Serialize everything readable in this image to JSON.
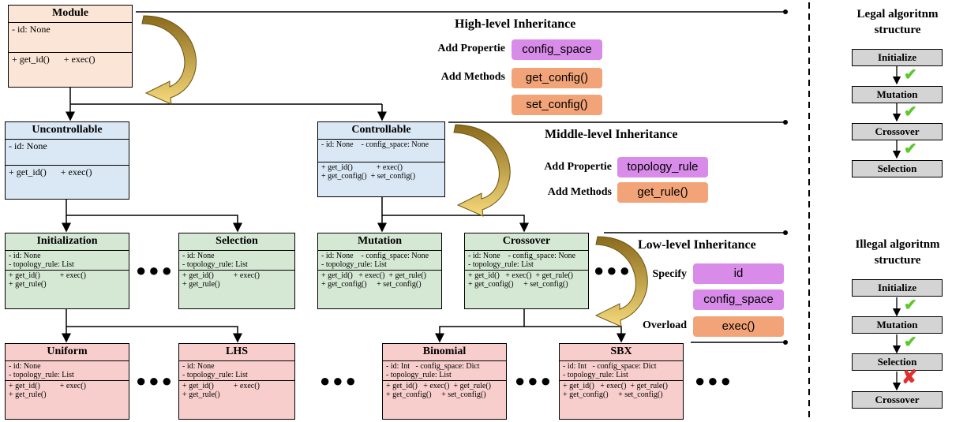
{
  "classes": {
    "module": {
      "title": "Module",
      "attrs": [
        "- id: None"
      ],
      "methods": [
        "+ get_id()      + exec()"
      ]
    },
    "uncontrollable": {
      "title": "Uncontrollable",
      "attrs": [
        "- id: None"
      ],
      "methods": [
        "+ get_id()      + exec()"
      ]
    },
    "controllable": {
      "title": "Controllable",
      "attrs": [
        "- id: None    - config_space: None"
      ],
      "methods": [
        "+ get_id()            + exec()",
        "+ get_config()  + set_config()"
      ]
    },
    "initialization": {
      "title": "Initialization",
      "attrs": [
        "- id: None",
        "- topology_rule: List"
      ],
      "methods": [
        "+ get_id()          + exec()",
        "+ get_rule()"
      ]
    },
    "selection": {
      "title": "Selection",
      "attrs": [
        "- id: None",
        "- topology_rule: List"
      ],
      "methods": [
        "+ get_id()          + exec()",
        "+ get_rule()"
      ]
    },
    "mutation": {
      "title": "Mutation",
      "attrs": [
        "- id: None    - config_space: None",
        "- topology_rule: List"
      ],
      "methods": [
        "+ get_id()   + exec()  + get_rule()",
        "+ get_config()     + set_config()"
      ]
    },
    "crossover": {
      "title": "Crossover",
      "attrs": [
        "- id: None    - config_space: None",
        "- topology_rule: List"
      ],
      "methods": [
        "+ get_id()   + exec()  + get_rule()",
        "+ get_config()     + set_config()"
      ]
    },
    "uniform": {
      "title": "Uniform",
      "attrs": [
        "- id: None",
        "- topology_rule: List"
      ],
      "methods": [
        "+ get_id()          + exec()",
        "+ get_rule()"
      ]
    },
    "lhs": {
      "title": "LHS",
      "attrs": [
        "- id: None",
        "- topology_rule: List"
      ],
      "methods": [
        "+ get_id()          + exec()",
        "+ get_rule()"
      ]
    },
    "binomial": {
      "title": "Binomial",
      "attrs": [
        "- id: Int   - config_space: Dict",
        "- topology_rule: List"
      ],
      "methods": [
        "+ get_id()   + exec()  + get_rule()",
        "+ get_config()     + set_config()"
      ]
    },
    "sbx": {
      "title": "SBX",
      "attrs": [
        "- id: Int   - config_space: Dict",
        "- topology_rule: List"
      ],
      "methods": [
        "+ get_id()   + exec()  + get_rule()",
        "+ get_config()     + set_config()"
      ]
    }
  },
  "high": {
    "title": "High-level Inheritance",
    "prop_label": "Add Propertie",
    "prop": "config_space",
    "meth_label": "Add Methods",
    "meth1": "get_config()",
    "meth2": "set_config()"
  },
  "middle": {
    "title": "Middle-level Inheritance",
    "prop_label": "Add Propertie",
    "prop": "topology_rule",
    "meth_label": "Add Methods",
    "meth1": "get_rule()"
  },
  "low": {
    "title": "Low-level Inheritance",
    "spec_label": "Specify",
    "spec1": "id",
    "spec2": "config_space",
    "over_label": "Overload",
    "over1": "exec()"
  },
  "ellipsis": "●●●",
  "legal": {
    "title": "Legal algoritnm structure",
    "steps": [
      "Initialize",
      "Mutation",
      "Crossover",
      "Selection"
    ]
  },
  "illegal": {
    "title": "Illegal algoritnm structure",
    "steps": [
      "Initialize",
      "Mutation",
      "Selection",
      "Crossover"
    ]
  },
  "colors": {
    "module": "#fbe5d6",
    "controllable": "#dae8f5",
    "mid": "#d5e8d4",
    "leaf": "#f8cecc",
    "purple": "#d88be8",
    "peach": "#f2a478",
    "check": "#5cc82a",
    "cross": "#e03030"
  }
}
